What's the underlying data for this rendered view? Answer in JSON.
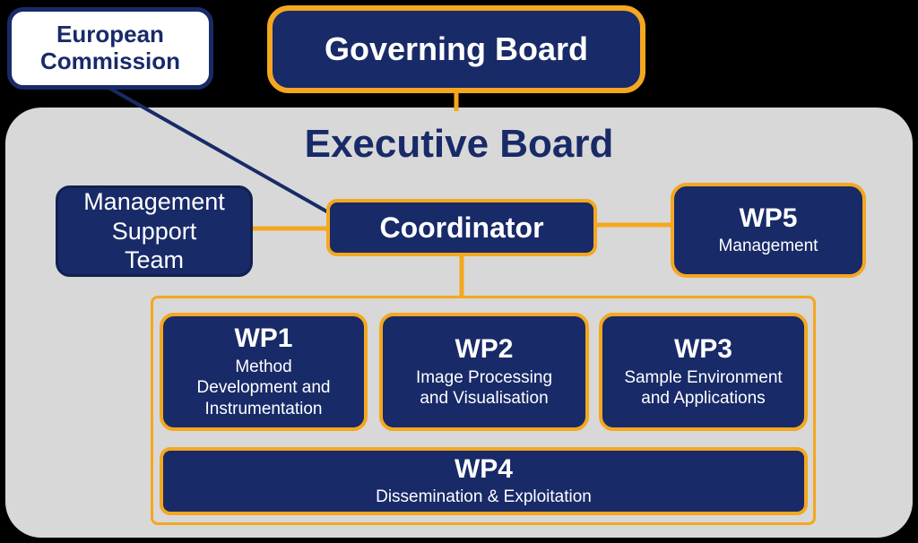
{
  "colors": {
    "navy": "#182a68",
    "orange": "#f4a71f",
    "gray": "#d8d8d8",
    "white": "#ffffff",
    "background": "#000000"
  },
  "nodes": {
    "european_commission": {
      "label": "European\nCommission"
    },
    "governing_board": {
      "label": "Governing Board"
    },
    "executive_board": {
      "title": "Executive Board"
    },
    "management_support_team": {
      "label": "Management\nSupport\nTeam"
    },
    "coordinator": {
      "label": "Coordinator"
    },
    "wp5": {
      "title": "WP5",
      "subtitle": "Management"
    },
    "wp1": {
      "title": "WP1",
      "subtitle": "Method\nDevelopment and\nInstrumentation"
    },
    "wp2": {
      "title": "WP2",
      "subtitle": "Image Processing\nand Visualisation"
    },
    "wp3": {
      "title": "WP3",
      "subtitle": "Sample Environment\nand Applications"
    },
    "wp4": {
      "title": "WP4",
      "subtitle": "Dissemination & Exploitation"
    }
  }
}
